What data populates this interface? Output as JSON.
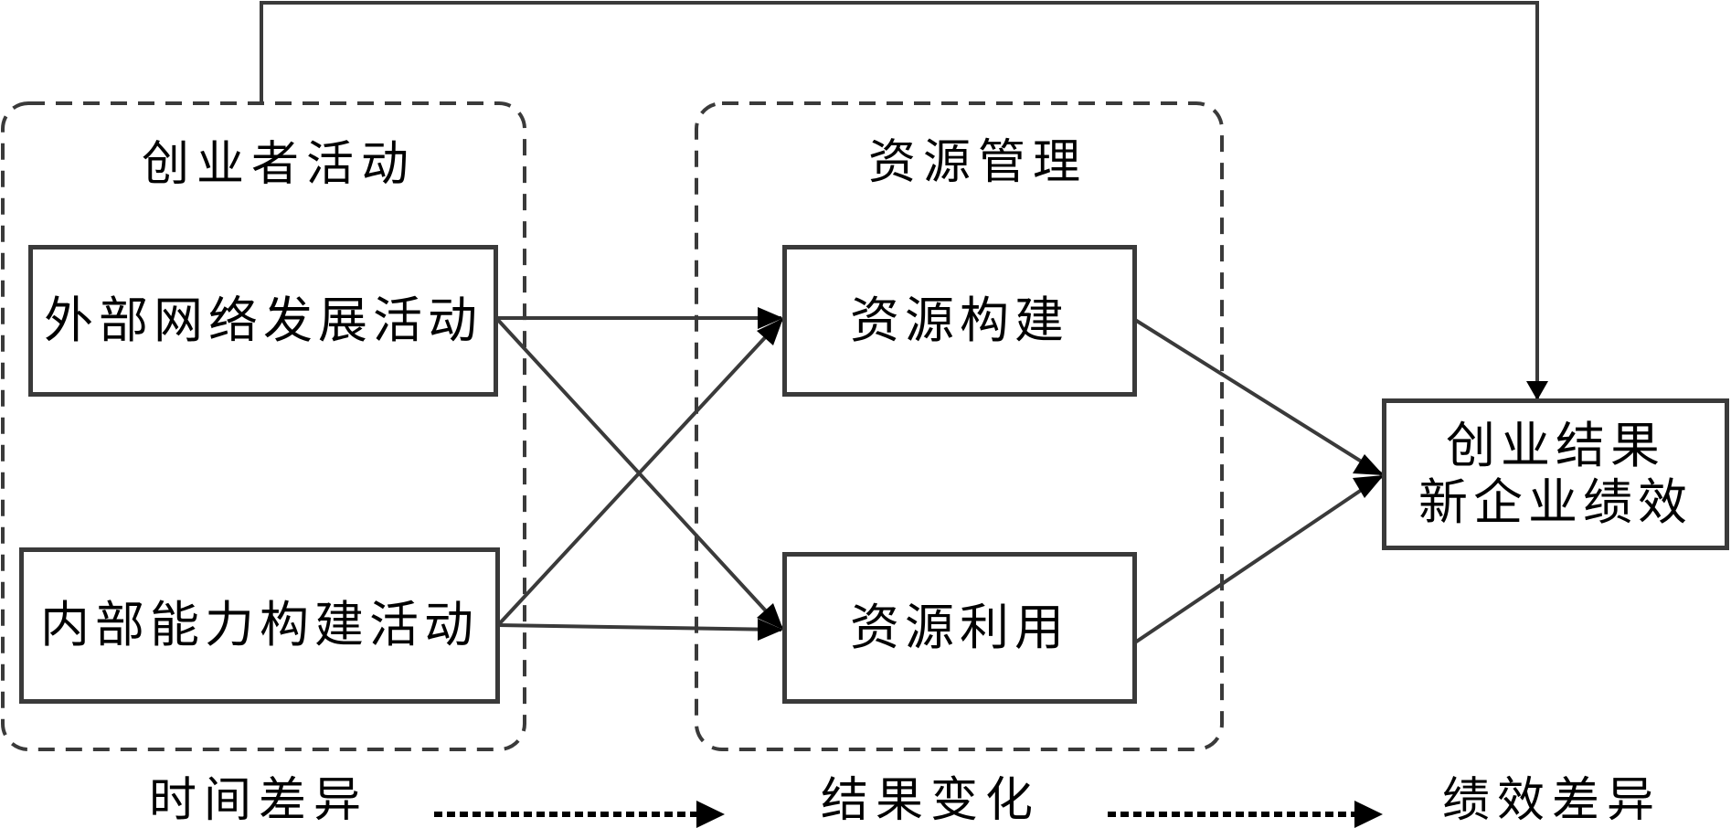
{
  "groups": {
    "entrepreneur_activities": {
      "title": "创业者活动"
    },
    "resource_management": {
      "title": "资源管理"
    }
  },
  "nodes": {
    "external_network": {
      "label": "外部网络发展活动"
    },
    "internal_capability": {
      "label": "内部能力构建活动"
    },
    "resource_building": {
      "label": "资源构建"
    },
    "resource_utilization": {
      "label": "资源利用"
    },
    "outcome_line1": {
      "label": "创业结果"
    },
    "outcome_line2": {
      "label": "新企业绩效"
    }
  },
  "bottom_flow": {
    "stage1": "时间差异",
    "stage2": "结果变化",
    "stage3": "绩效差异"
  },
  "edges": [
    {
      "from": "external_network",
      "to": "resource_building"
    },
    {
      "from": "external_network",
      "to": "resource_utilization"
    },
    {
      "from": "internal_capability",
      "to": "resource_building"
    },
    {
      "from": "internal_capability",
      "to": "resource_utilization"
    },
    {
      "from": "resource_building",
      "to": "outcome"
    },
    {
      "from": "resource_utilization",
      "to": "outcome"
    },
    {
      "from": "entrepreneur_activities",
      "to": "outcome"
    }
  ],
  "colors": {
    "stroke": "#3a3a3a",
    "text": "#000000",
    "background": "#ffffff"
  }
}
